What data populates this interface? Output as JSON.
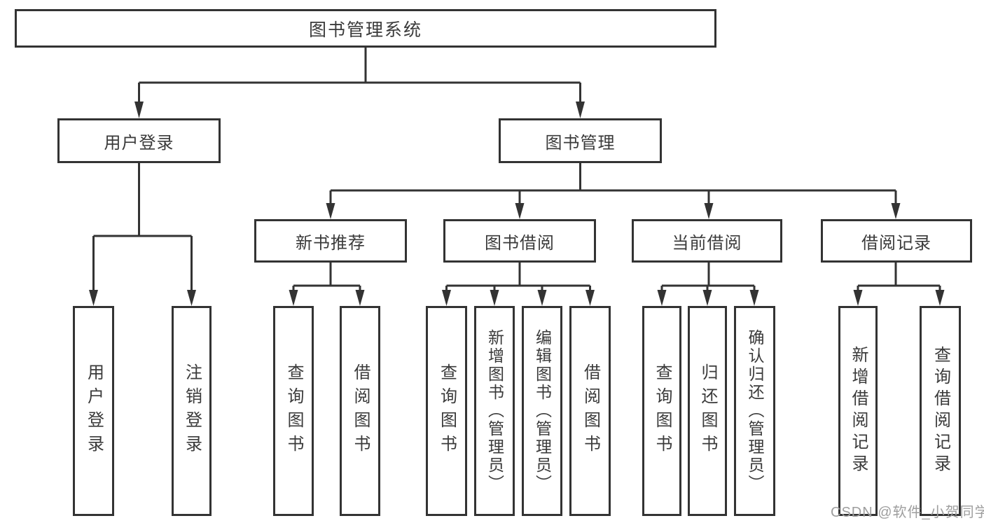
{
  "watermark": "CSDN @软件_小贺同学",
  "colors": {
    "line": "#333333",
    "text": "#3a3a3a",
    "watermark": "#9e9e9e",
    "background": "#ffffff"
  },
  "nodes": {
    "root": "图书管理系统",
    "level2": [
      "用户登录",
      "图书管理"
    ],
    "level3": [
      "新书推荐",
      "图书借阅",
      "当前借阅",
      "借阅记录"
    ],
    "level4": [
      "用户登录",
      "注销登录",
      "查询图书",
      "借阅图书",
      "查询图书",
      "新增图书（管理员）",
      "编辑图书（管理员）",
      "借阅图书",
      "查询图书",
      "归还图书",
      "确认归还（管理员）",
      "新增借阅记录",
      "查询借阅记录"
    ]
  }
}
